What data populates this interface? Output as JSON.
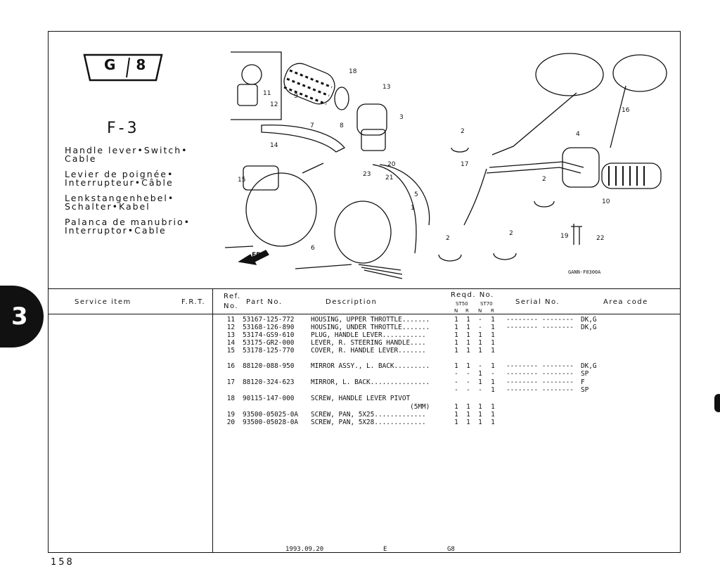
{
  "section_tab": "3",
  "badge": {
    "letter": "G",
    "number": "8"
  },
  "figure_label": "F-3",
  "titles": [
    [
      "Handle lever•Switch•",
      "Cable"
    ],
    [
      "Levier de poignée•",
      "Interrupteur•Câble"
    ],
    [
      "Lenkstangenhebel•",
      "Schalter•Kabel"
    ],
    [
      "Palanca de manubrio•",
      "Interruptor•Cable"
    ]
  ],
  "diagram": {
    "code": "GANN-F0300A",
    "fr_label": "FR.",
    "callouts": [
      "18",
      "13",
      "11",
      "12",
      "9",
      "3",
      "7",
      "8",
      "14",
      "2",
      "4",
      "16",
      "17",
      "20",
      "23",
      "21",
      "15",
      "5",
      "1",
      "6",
      "10",
      "19",
      "22",
      "2",
      "2",
      "2"
    ]
  },
  "table_header": {
    "service_item": "Service  item",
    "frt": "F.R.T.",
    "ref_no_1": "Ref.",
    "ref_no_2": "No.",
    "part_no": "Part No.",
    "description": "Description",
    "reqd_no": "Reqd. No.",
    "models": [
      "ST50",
      "ST70"
    ],
    "sub_cols": [
      "N",
      "R",
      "N",
      "R"
    ],
    "serial_no": "Serial No.",
    "area_code": "Area  code"
  },
  "rows": [
    {
      "ref": "11",
      "part": "53167-125-772",
      "desc": "HOUSING, UPPER THROTTLE.......",
      "qty": [
        "1",
        "1",
        "-",
        "1"
      ],
      "serial": "-------- --------",
      "area": "DK,G"
    },
    {
      "ref": "12",
      "part": "53168-126-890",
      "desc": "HOUSING, UNDER THROTTLE.......",
      "qty": [
        "1",
        "1",
        "-",
        "1"
      ],
      "serial": "-------- --------",
      "area": "DK,G"
    },
    {
      "ref": "13",
      "part": "53174-GS9-610",
      "desc": "PLUG, HANDLE LEVER...........",
      "qty": [
        "1",
        "1",
        "1",
        "1"
      ],
      "serial": "",
      "area": ""
    },
    {
      "ref": "14",
      "part": "53175-GR2-000",
      "desc": "LEVER, R. STEERING HANDLE....",
      "qty": [
        "1",
        "1",
        "1",
        "1"
      ],
      "serial": "",
      "area": ""
    },
    {
      "ref": "15",
      "part": "53178-125-770",
      "desc": "COVER, R. HANDLE LEVER.......",
      "qty": [
        "1",
        "1",
        "1",
        "1"
      ],
      "serial": "",
      "area": ""
    },
    {
      "ref": "16",
      "part": "88120-088-950",
      "desc": "MIRROR ASSY., L. BACK.........",
      "qty": [
        "1",
        "1",
        "-",
        "1"
      ],
      "serial": "-------- --------",
      "area": "DK,G"
    },
    {
      "ref": "",
      "part": "",
      "desc": "",
      "qty": [
        "-",
        "-",
        "1",
        "-"
      ],
      "serial": "-------- --------",
      "area": "SP"
    },
    {
      "ref": "17",
      "part": "88120-324-623",
      "desc": "MIRROR, L. BACK...............",
      "qty": [
        "-",
        "-",
        "1",
        "1"
      ],
      "serial": "-------- --------",
      "area": "F"
    },
    {
      "ref": "",
      "part": "",
      "desc": "",
      "qty": [
        "-",
        "-",
        "-",
        "1"
      ],
      "serial": "-------- --------",
      "area": "SP"
    },
    {
      "ref": "18",
      "part": "90115-147-000",
      "desc": "SCREW, HANDLE LEVER PIVOT",
      "qty": [
        "",
        "",
        "",
        ""
      ],
      "serial": "",
      "area": ""
    },
    {
      "ref": "",
      "part": "",
      "desc": "                         (5MM)",
      "qty": [
        "1",
        "1",
        "1",
        "1"
      ],
      "serial": "",
      "area": ""
    },
    {
      "ref": "19",
      "part": "93500-05025-0A",
      "desc": "SCREW, PAN, 5X25.............",
      "qty": [
        "1",
        "1",
        "1",
        "1"
      ],
      "serial": "",
      "area": ""
    },
    {
      "ref": "20",
      "part": "93500-05028-0A",
      "desc": "SCREW, PAN, 5X28.............",
      "qty": [
        "1",
        "1",
        "1",
        "1"
      ],
      "serial": "",
      "area": ""
    }
  ],
  "footer": {
    "date": "1993.09.20",
    "edition": "E",
    "group": "G8"
  },
  "page_number": "158"
}
